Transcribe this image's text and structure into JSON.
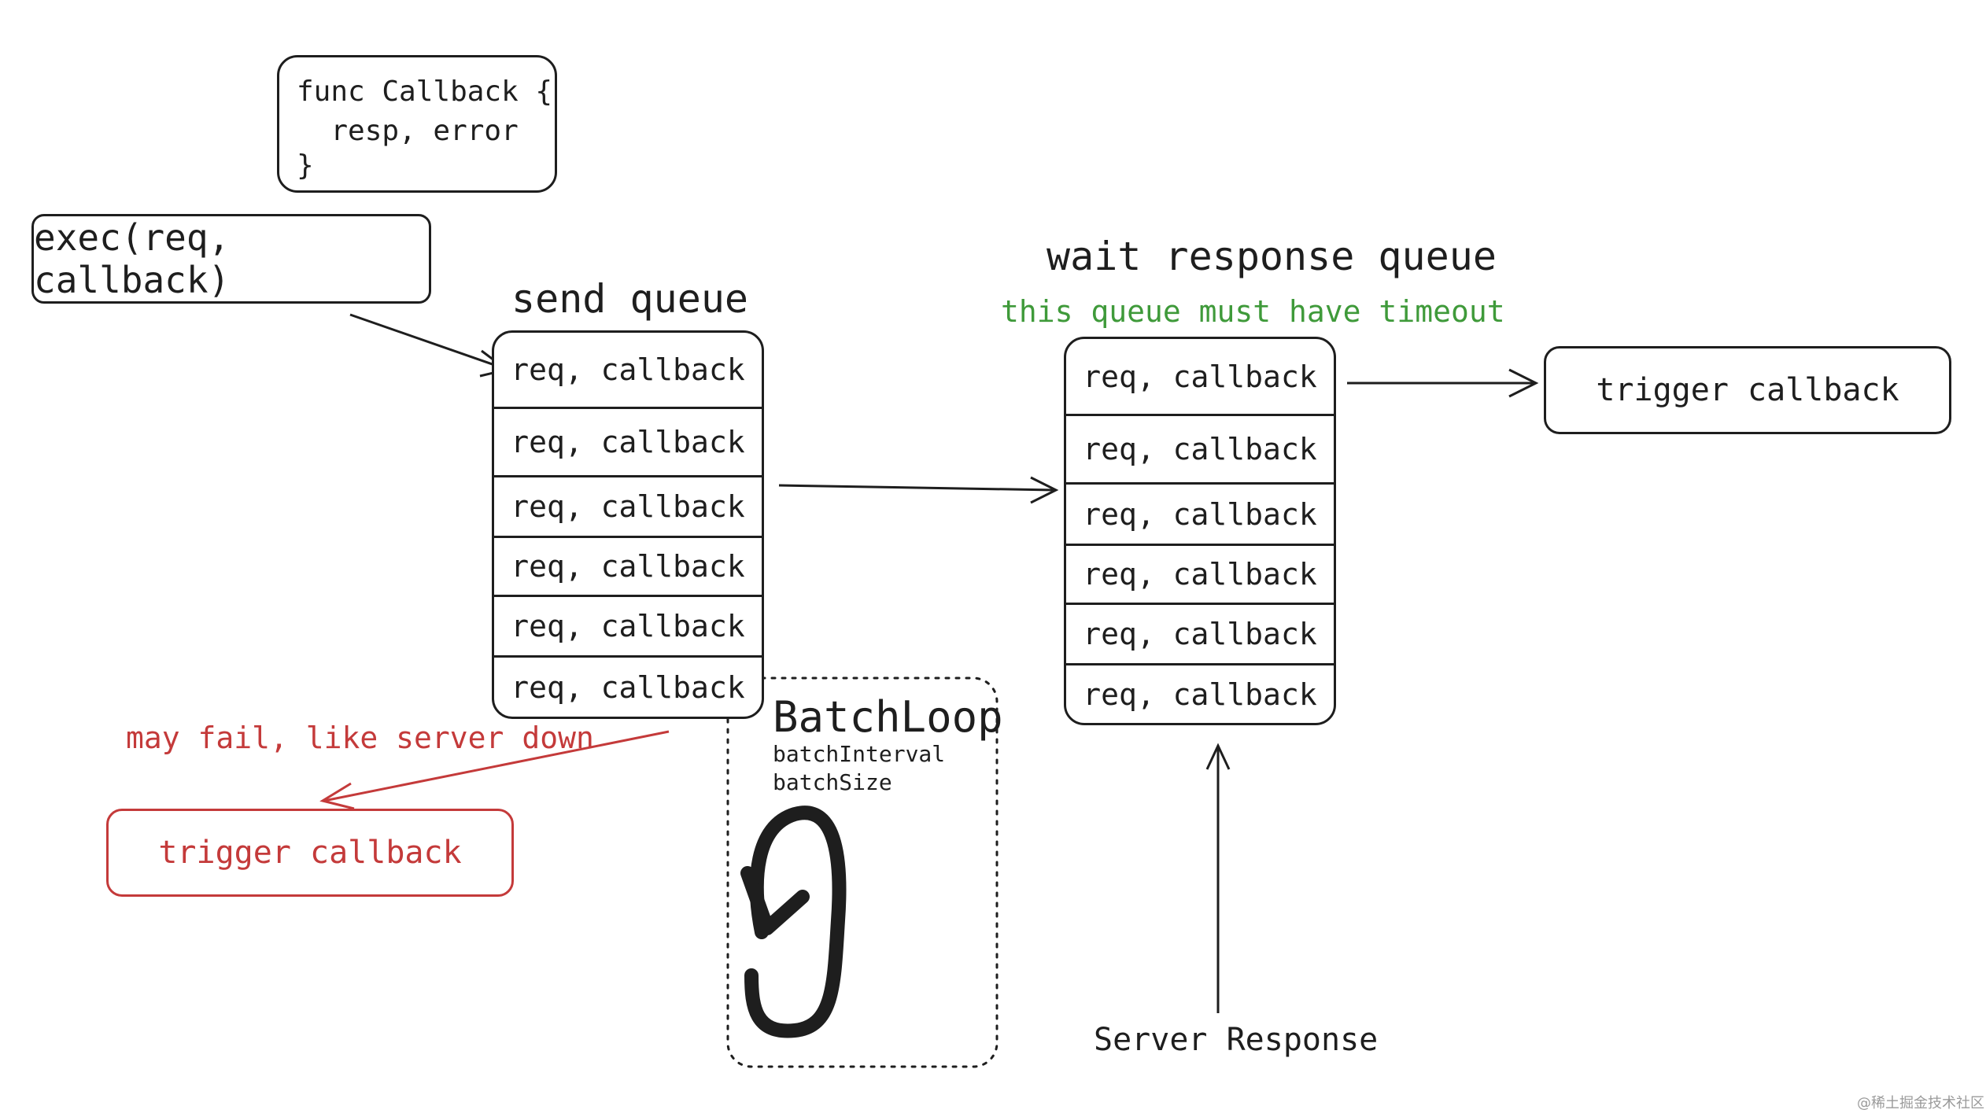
{
  "callback_def": {
    "lines": [
      "func Callback {",
      "  resp, error",
      "}"
    ]
  },
  "exec_call": "exec(req, callback)",
  "send_queue": {
    "title": "send queue",
    "items": [
      "req, callback",
      "req, callback",
      "req, callback",
      "req, callback",
      "req, callback",
      "req, callback"
    ]
  },
  "wait_queue": {
    "title": "wait response queue",
    "note": "this queue must have timeout",
    "items": [
      "req, callback",
      "req, callback",
      "req, callback",
      "req, callback",
      "req, callback",
      "req, callback"
    ]
  },
  "trigger_success": "trigger callback",
  "failure": {
    "note": "may fail, like server down",
    "trigger": "trigger callback"
  },
  "batch_loop": {
    "title": "BatchLoop",
    "params": [
      "batchInterval",
      "batchSize"
    ]
  },
  "server_response": "Server Response",
  "watermark": "@稀土掘金技术社区",
  "colors": {
    "ink": "#1e1e1e",
    "error": "#c43a3a",
    "note": "#3f9a3a"
  }
}
